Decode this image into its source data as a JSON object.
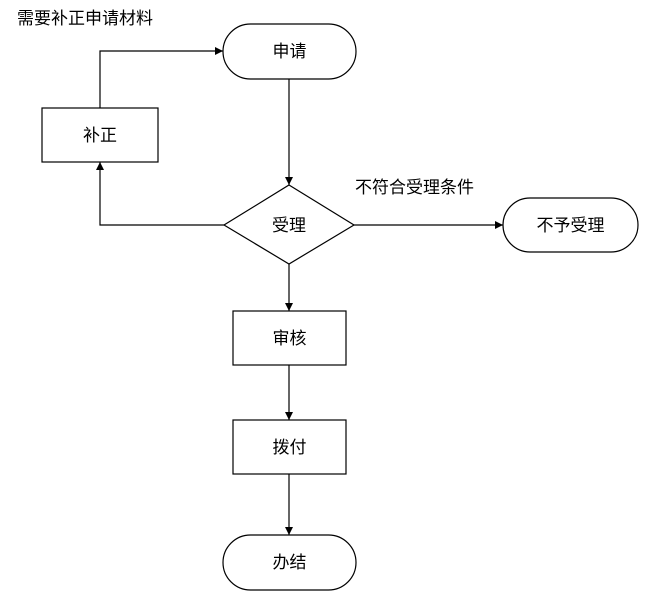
{
  "nodes": {
    "apply": "申请",
    "supplement": "补正",
    "accept": "受理",
    "reject": "不予受理",
    "review": "审核",
    "payment": "拨付",
    "complete": "办结"
  },
  "edge_labels": {
    "supplement_needed": "需要补正申请材料",
    "not_qualified": "不符合受理条件"
  },
  "colors": {
    "line": "#000000",
    "fill": "#ffffff"
  }
}
